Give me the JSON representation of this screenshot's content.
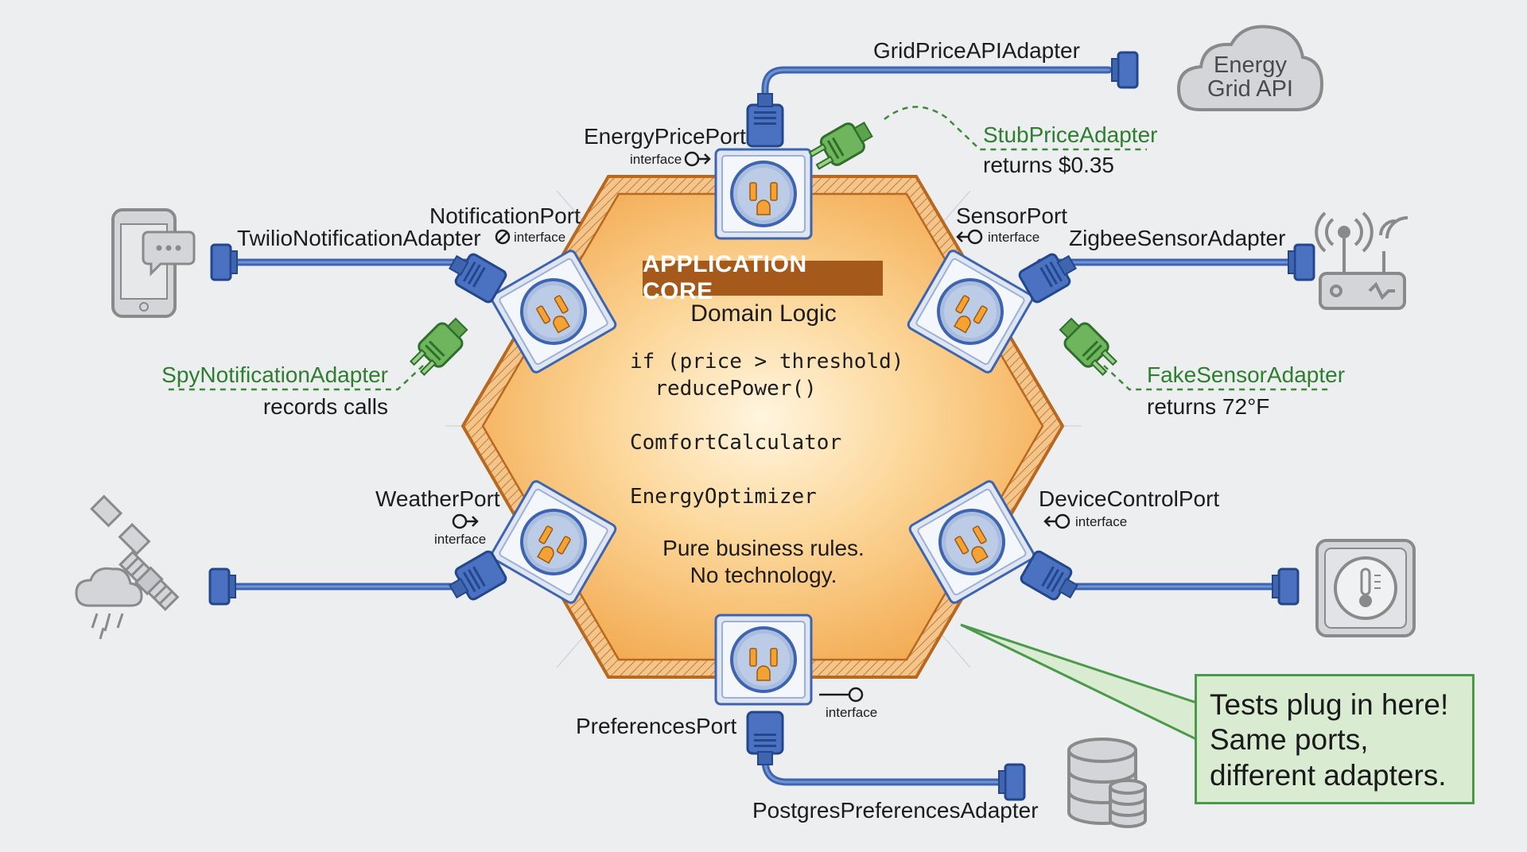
{
  "core": {
    "title": "APPLICATION CORE",
    "subtitle": "Domain Logic",
    "code_line1": "if (price > threshold)",
    "code_line2": "  reducePower()",
    "class1": "ComfortCalculator",
    "class2": "EnergyOptimizer",
    "rules_line1": "Pure business rules.",
    "rules_line2": "No technology."
  },
  "ports": {
    "energy_price": {
      "name": "EnergyPricePort",
      "tag": "interface"
    },
    "notification": {
      "name": "NotificationPort",
      "tag": "interface"
    },
    "sensor": {
      "name": "SensorPort",
      "tag": "interface"
    },
    "weather": {
      "name": "WeatherPort",
      "tag": "interface"
    },
    "device_control": {
      "name": "DeviceControlPort",
      "tag": "interface"
    },
    "preferences": {
      "name": "PreferencesPort",
      "tag": "interface"
    },
    "socket_tag": "interface"
  },
  "adapters": {
    "grid_price": "GridPriceAPIAdapter",
    "twilio": "TwilioNotificationAdapter",
    "zigbee": "ZigbeeSensorAdapter",
    "postgres": "PostgresPreferencesAdapter"
  },
  "test_adapters": {
    "stub_price": {
      "name": "StubPriceAdapter",
      "note": "returns $0.35"
    },
    "spy_notification": {
      "name": "SpyNotificationAdapter",
      "note": "records calls"
    },
    "fake_sensor": {
      "name": "FakeSensorAdapter",
      "note": "returns 72°F"
    }
  },
  "external": {
    "cloud_line1": "Energy",
    "cloud_line2": "Grid API"
  },
  "icons": [
    "phone-chat-icon",
    "cloud-icon",
    "router-icon",
    "satellite-weather-icon",
    "thermostat-icon",
    "database-icon",
    "plug-icon",
    "socket-icon",
    "interface-lollipop-icon"
  ],
  "callout": {
    "line1": "Tests plug in here!",
    "line2": "Same ports,",
    "line3": "different adapters."
  },
  "colors": {
    "background": "#eceef0",
    "core_fill": "#f6b25c",
    "core_border": "#b8681f",
    "port_blue": "#3e64b0",
    "test_green": "#4f9a44",
    "callout_fill": "#d9ecd2",
    "icon_gray": "#8a8a8a"
  }
}
